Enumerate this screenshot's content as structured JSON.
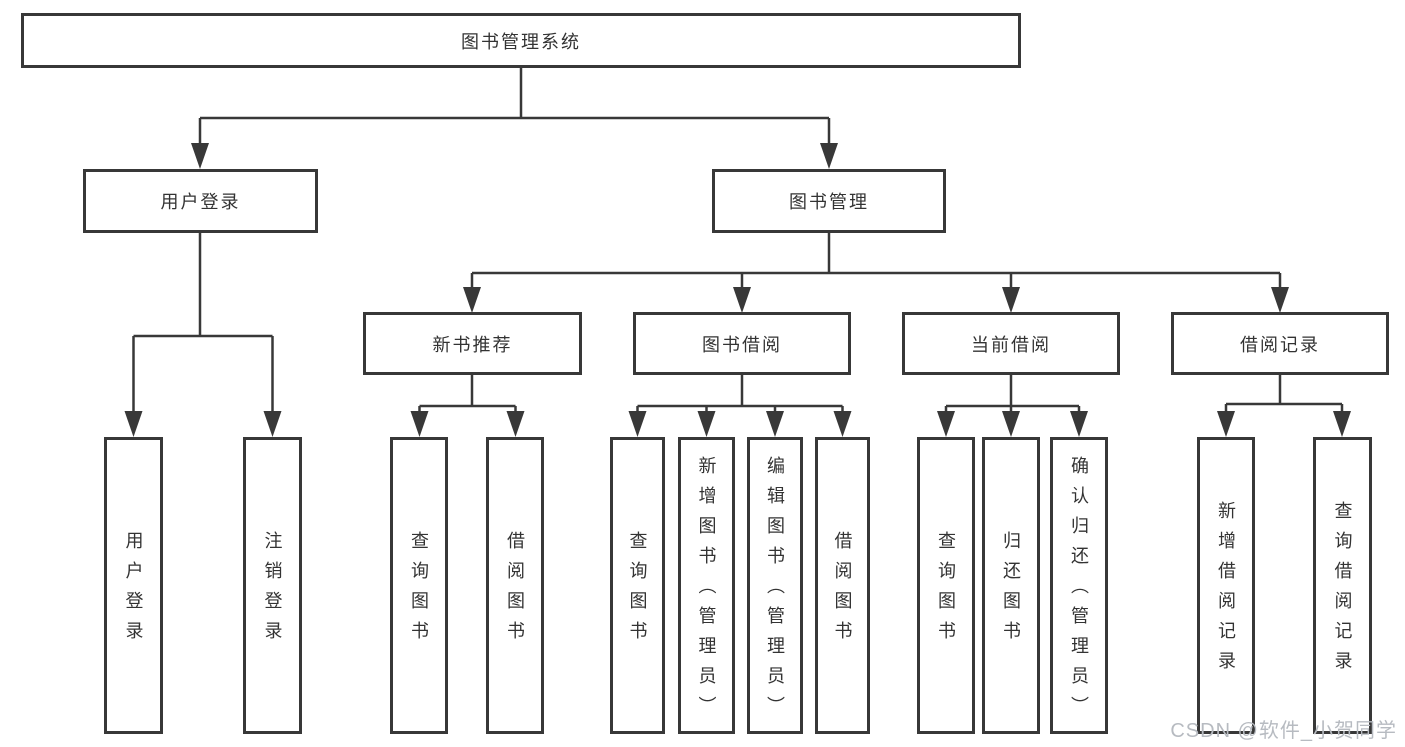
{
  "colors": {
    "line": "#383838",
    "box_border": "#383838",
    "text": "#333333",
    "watermark": "#b7bbc1",
    "background": "#ffffff"
  },
  "watermark": {
    "text": "CSDN @软件_小贺同学"
  },
  "tree": {
    "root": {
      "label": "图书管理系统",
      "children": [
        {
          "label": "用户登录",
          "children": [
            {
              "label": "用户登录"
            },
            {
              "label": "注销登录"
            }
          ]
        },
        {
          "label": "图书管理",
          "children": [
            {
              "label": "新书推荐",
              "children": [
                {
                  "label": "查询图书"
                },
                {
                  "label": "借阅图书"
                }
              ]
            },
            {
              "label": "图书借阅",
              "children": [
                {
                  "label": "查询图书"
                },
                {
                  "label": "新增图书（管理员）"
                },
                {
                  "label": "编辑图书（管理员）"
                },
                {
                  "label": "借阅图书"
                }
              ]
            },
            {
              "label": "当前借阅",
              "children": [
                {
                  "label": "查询图书"
                },
                {
                  "label": "归还图书"
                },
                {
                  "label": "确认归还（管理员）"
                }
              ]
            },
            {
              "label": "借阅记录",
              "children": [
                {
                  "label": "新增借阅记录"
                },
                {
                  "label": "查询借阅记录"
                }
              ]
            }
          ]
        }
      ]
    }
  }
}
